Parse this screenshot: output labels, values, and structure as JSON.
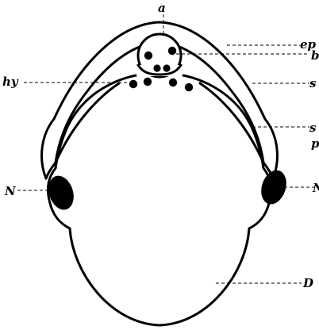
{
  "figure": {
    "labels": {
      "a": "a",
      "ep": "ep",
      "b": "b",
      "s_upper": "s",
      "hy": "hy",
      "s_lower": "s",
      "p": "p",
      "N_left": "N",
      "N_right": "N",
      "D": "D"
    }
  }
}
